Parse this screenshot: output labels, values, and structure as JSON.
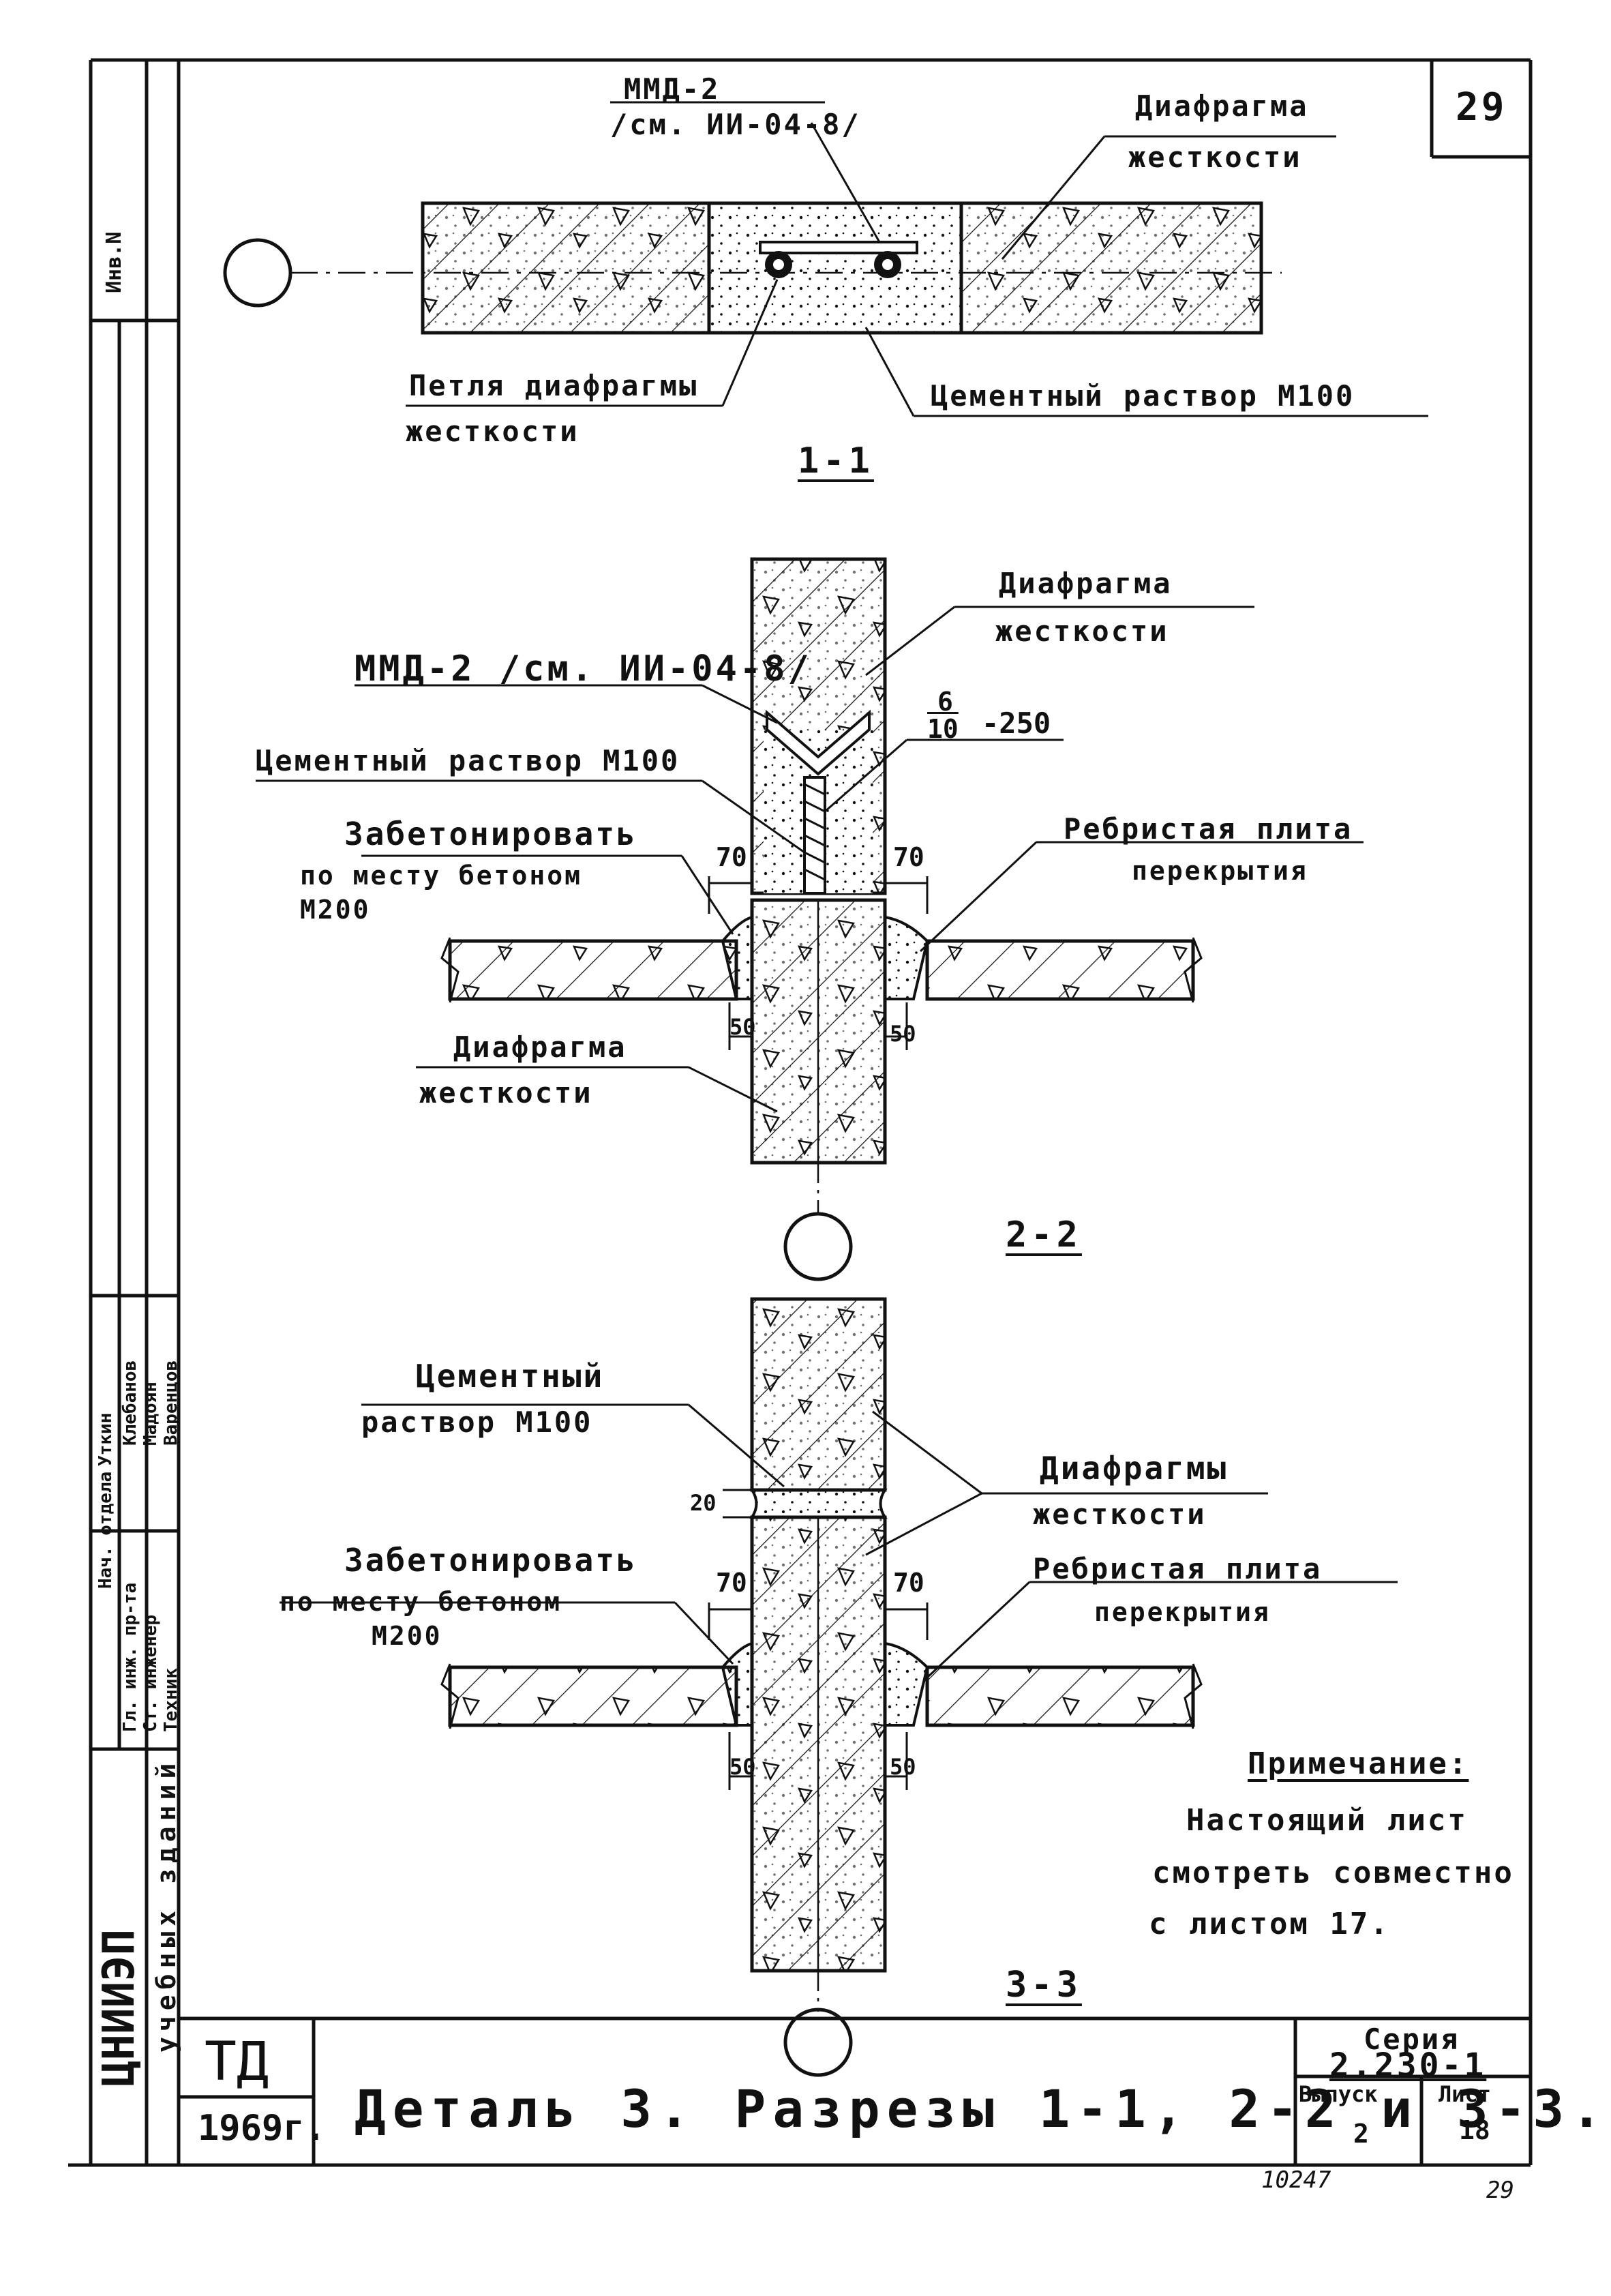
{
  "sheet": {
    "page_number_top": "29",
    "inventory_label": "Инв.N",
    "ink_note": "10247",
    "page_number_bottom": "29"
  },
  "side_stamp": {
    "org_line1": "ЦНИИЭП",
    "org_line2": "учебных зданий",
    "roles": [
      "Нач. отдела",
      "Гл. инж. пр-та",
      "Ст. инженер",
      "Техник"
    ],
    "names": [
      "Уткин",
      "Клебанов",
      "Мадоян",
      "Варенцов"
    ]
  },
  "section_1_1": {
    "title": "1-1",
    "label_mmd": "ММД-2",
    "label_mmd_ref": "/см. ИИ-04-8/",
    "label_diaphragm_line1": "Диафрагма",
    "label_diaphragm_line2": "жесткости",
    "label_loop_line1": "Петля диафрагмы",
    "label_loop_line2": "жесткости",
    "label_mortar": "Цементный раствор М100"
  },
  "section_2_2": {
    "title": "2-2",
    "label_diaphragm_top_line1": "Диафрагма",
    "label_diaphragm_top_line2": "жесткости",
    "label_mmd": "ММД-2 /см. ИИ-04-8/",
    "label_rebar_num": "6",
    "label_rebar_den": "10",
    "label_rebar_step": "-250",
    "label_mortar": "Цементный раствор М100",
    "label_concrete_line1": "Забетонировать",
    "label_concrete_line2": "по месту бетоном",
    "label_concrete_line3": "М200",
    "label_slab_line1": "Ребристая плита",
    "label_slab_line2": "перекрытия",
    "label_diaphragm_bottom_line1": "Диафрагма",
    "label_diaphragm_bottom_line2": "жесткости",
    "dim_left_top": "70",
    "dim_right_top": "70",
    "dim_left_bottom": "50",
    "dim_right_bottom": "50"
  },
  "section_3_3": {
    "title": "3-3",
    "label_mortar_line1": "Цементный",
    "label_mortar_line2": "раствор М100",
    "label_diaphragms_line1": "Диафрагмы",
    "label_diaphragms_line2": "жесткости",
    "label_concrete_line1": "Забетонировать",
    "label_concrete_line2": "по месту бетоном",
    "label_concrete_line3": "М200",
    "label_slab_line1": "Ребристая плита",
    "label_slab_line2": "перекрытия",
    "dim_gap": "20",
    "dim_left_top": "70",
    "dim_right_top": "70",
    "dim_left_bottom": "50",
    "dim_right_bottom": "50"
  },
  "note": {
    "heading": "Примечание:",
    "line1": "Настоящий лист",
    "line2": "смотреть совместно",
    "line3": "с листом 17."
  },
  "title_block": {
    "code": "ТД",
    "year": "1969г.",
    "title": "Деталь 3. Разрезы 1-1, 2-2 и 3-3.",
    "series_label": "Серия",
    "series_value": "2.230-1",
    "issue_label": "Выпуск",
    "issue_value": "2",
    "sheet_label": "Лист",
    "sheet_value": "18"
  },
  "colors": {
    "ink": "#111111",
    "paper": "#ffffff"
  }
}
